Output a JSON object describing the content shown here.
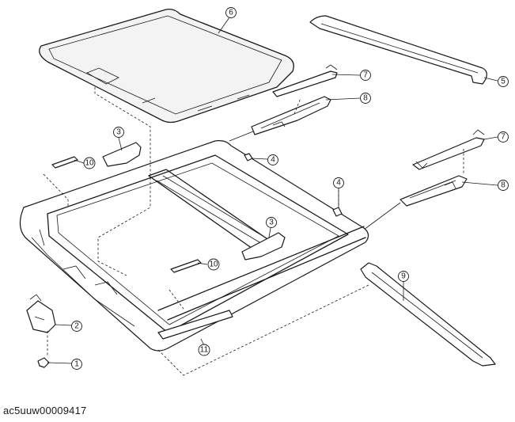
{
  "figure_code": "ac5uuw00009417",
  "callouts": {
    "c1": "1",
    "c2": "2",
    "c3a": "3",
    "c3b": "3",
    "c4a": "4",
    "c4b": "4",
    "c5": "5",
    "c6": "6",
    "c7a": "7",
    "c7b": "7",
    "c8a": "8",
    "c8b": "8",
    "c9": "9",
    "c10a": "10",
    "c10b": "10",
    "c11": "11"
  }
}
